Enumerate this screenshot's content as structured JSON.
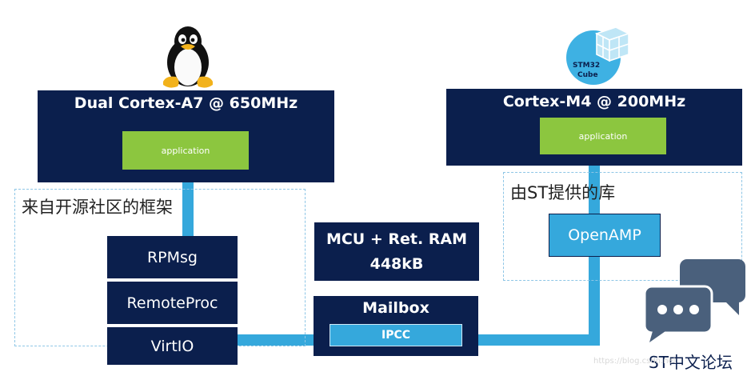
{
  "a7": {
    "title": "Dual Cortex-A7 @ 650MHz",
    "app_label": "application"
  },
  "m4": {
    "title": "Cortex-M4 @ 200MHz",
    "app_label": "application"
  },
  "community": {
    "label": "来自开源社区的框架",
    "stack": [
      "RPMsg",
      "RemoteProc",
      "VirtIO"
    ]
  },
  "st_lib": {
    "label": "由ST提供的库",
    "openamp": "OpenAMP"
  },
  "memory": {
    "line1": "MCU + Ret. RAM",
    "line2": "448kB"
  },
  "mailbox": {
    "title": "Mailbox",
    "ipcc": "IPCC"
  },
  "stm32_logo": {
    "line1": "STM32",
    "line2": "Cube"
  },
  "footer": {
    "forum": "ST中文论坛",
    "watermark": "https://blog.csdn.net"
  },
  "colors": {
    "navy": "#0b1f4d",
    "green": "#8cc63f",
    "blue": "#35a8dc",
    "dashed": "#8ec6e6"
  }
}
